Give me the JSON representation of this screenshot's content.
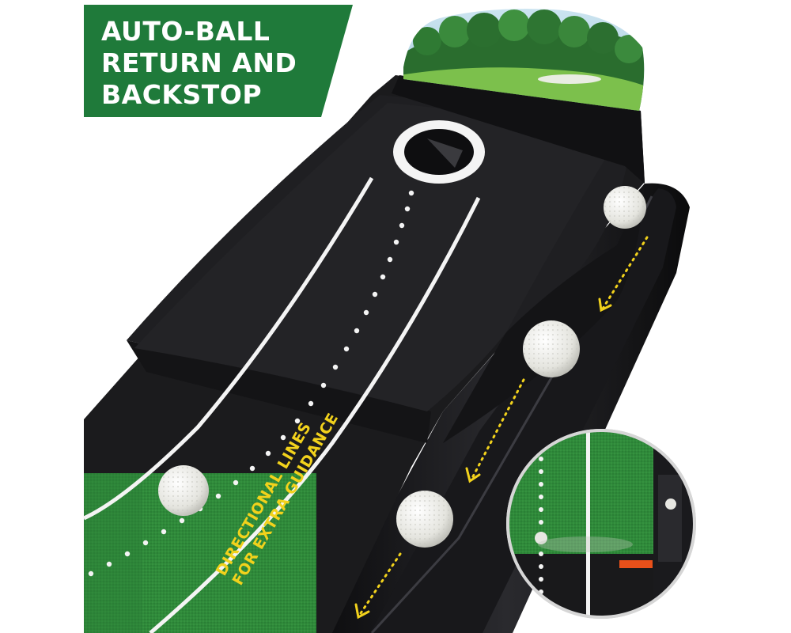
{
  "banner": {
    "line1": "AUTO-BALL",
    "line2": "RETURN AND",
    "line3": "BACKSTOP",
    "color": "#1f7a3a"
  },
  "callout": {
    "line1": "DIRECTIONAL LINES",
    "line2": "FOR EXTRA GUIDANCE",
    "color": "#f2d21c"
  },
  "colors": {
    "mat_black": "#1b1b1d",
    "turf_green": "#2f8a3a",
    "ball_white": "#eeeeea",
    "arrow_yellow": "#f2d21c",
    "marker_orange": "#e8501a"
  }
}
